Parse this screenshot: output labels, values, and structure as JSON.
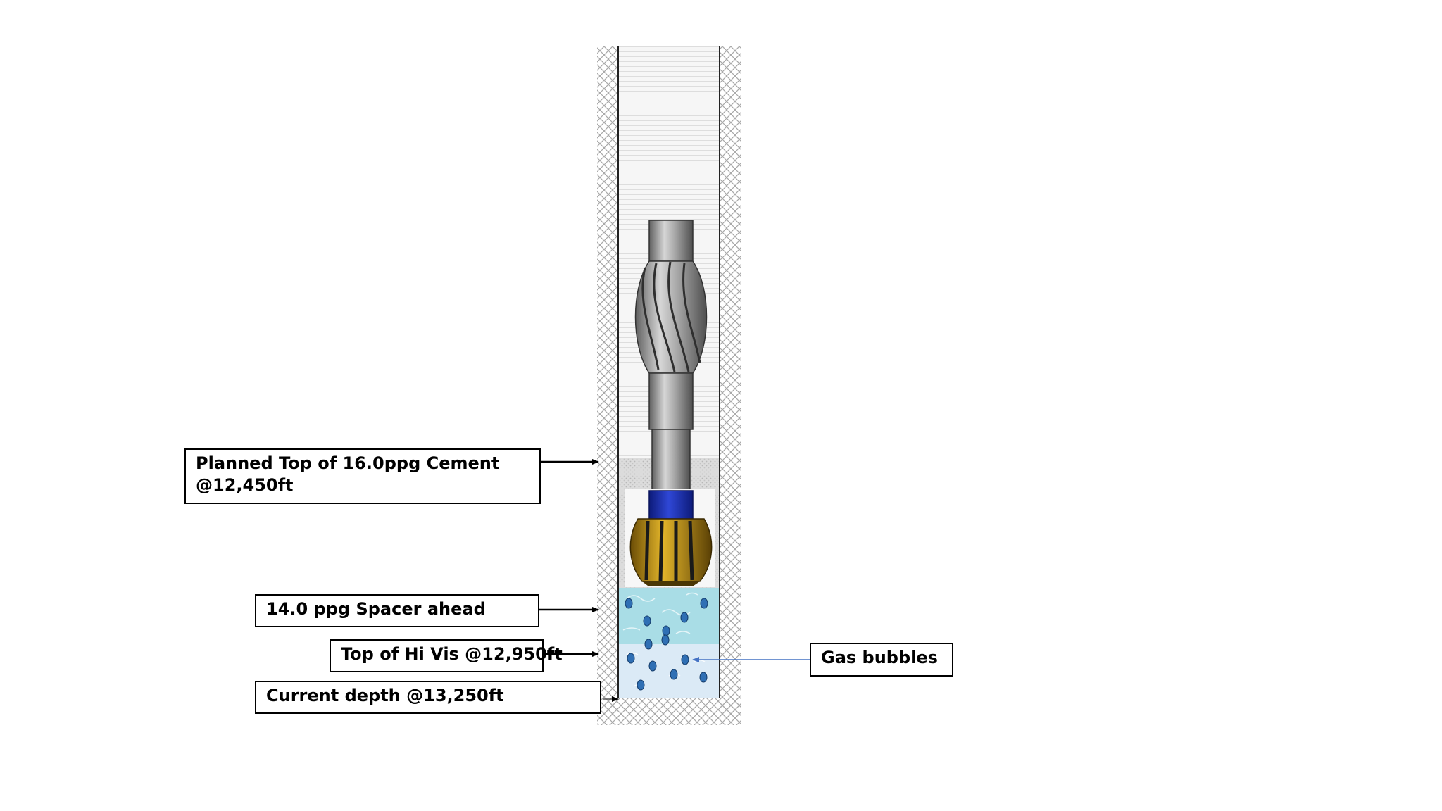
{
  "labels": {
    "cement_top": {
      "line1": "Planned Top of 16.0ppg Cement",
      "line2": "@12,450ft"
    },
    "spacer": "14.0 ppg Spacer ahead",
    "hi_vis": "Top of Hi Vis @12,950ft",
    "current_depth": "Current depth @13,250ft",
    "gas_bubbles": "Gas bubbles"
  },
  "colors": {
    "formation_hatch": "#a8a8a8",
    "mud": "#f4f4f4",
    "cement": "#d9d9d9",
    "spacer": "#a9dde6",
    "hi_vis": "#dbeaf6",
    "bubble": "#2f6fb4",
    "bit_connector": "#1b2fa8",
    "bit_cutters": "#c79a14",
    "pointer_line": "#4472c4"
  }
}
